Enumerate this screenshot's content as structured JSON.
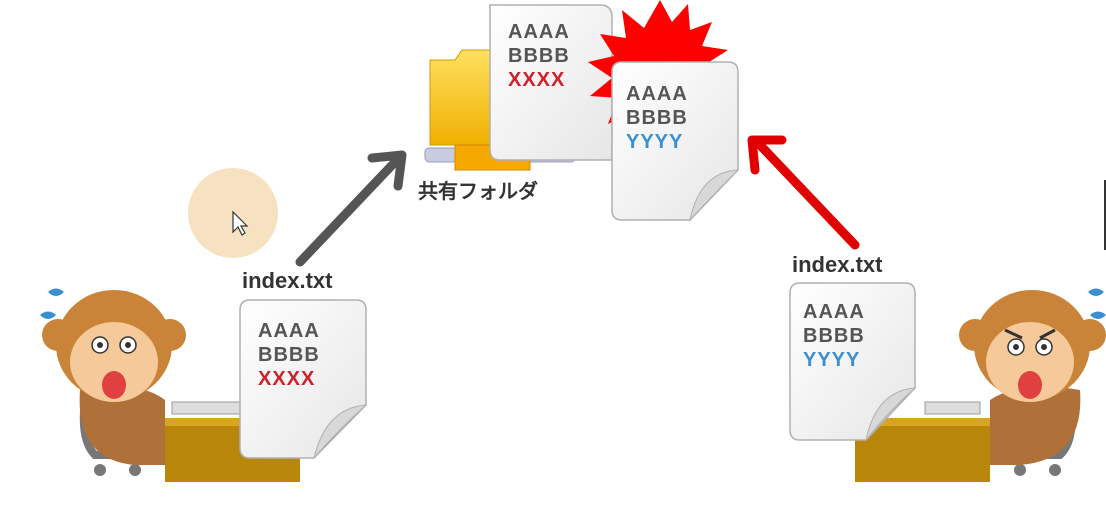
{
  "shared_folder": {
    "label": "共有フォルダ"
  },
  "left_user": {
    "filename": "index.txt",
    "doc_lines": [
      "AAAA",
      "BBBB",
      "XXXX"
    ]
  },
  "right_user": {
    "filename": "index.txt",
    "doc_lines": [
      "AAAA",
      "BBBB",
      "YYYY"
    ]
  },
  "server_docs": {
    "back": {
      "lines": [
        "AAAA",
        "BBBB",
        "XXXX"
      ]
    },
    "front": {
      "lines": [
        "AAAA",
        "BBBB",
        "YYYY"
      ]
    }
  },
  "colors": {
    "text_dark": "#555555",
    "line_x": "#d0202a",
    "line_y": "#3a8fd0",
    "arrow_left": "#555555",
    "arrow_right": "#e00000",
    "burst": "#ff0000",
    "folder": "#f6c21b",
    "desk": "#b8860b",
    "monkey_fur": "#c9843a",
    "monkey_face": "#f5c999",
    "cursor_highlight": "#f6e2c0"
  },
  "icons": {
    "cursor": "mouse-pointer-icon",
    "folder": "folder-icon",
    "document": "document-icon",
    "arrow": "arrow-icon"
  }
}
